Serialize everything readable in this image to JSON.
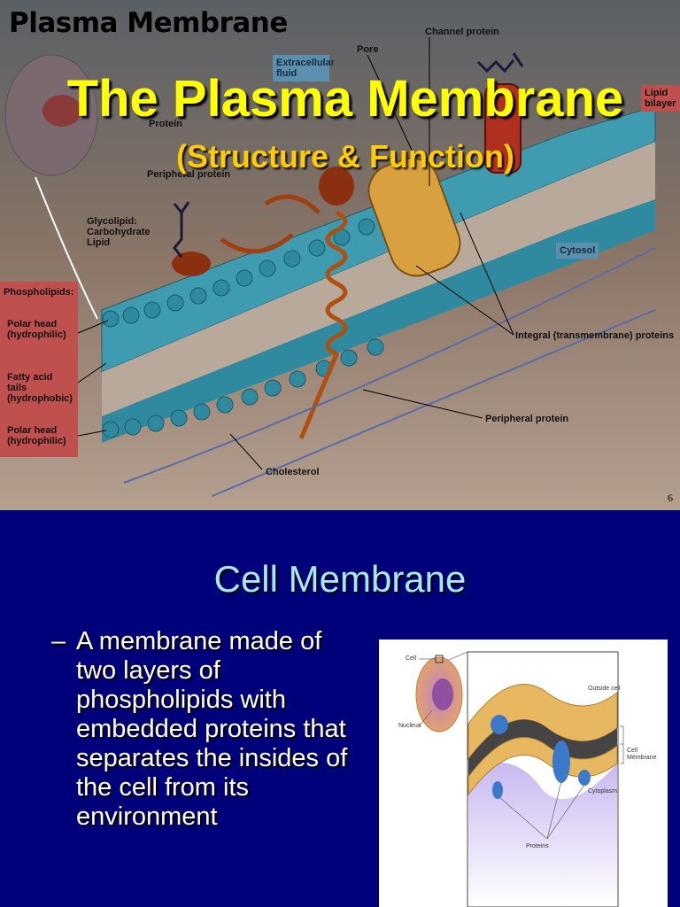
{
  "slide1": {
    "heading": "Plasma Membrane",
    "title": "The Plasma Membrane",
    "subtitle": "(Structure & Function)",
    "slide_number": "6",
    "labels": {
      "pore": "Pore",
      "channel_protein": "Channel protein",
      "extracellular_fluid_1": "Extracellular",
      "extracellular_fluid_2": "fluid",
      "lipid_bilayer_1": "Lipid",
      "lipid_bilayer_2": "bilayer",
      "protein": "Protein",
      "peripheral_protein_top": "Peripheral protein",
      "glycolipid": "Glycolipid:",
      "carbohydrate": "Carbohydrate",
      "lipid": "Lipid",
      "cytosol": "Cytosol",
      "phospholipids": "Phospholipids:",
      "polar_head_top_1": "Polar head",
      "polar_head_top_2": "(hydrophilic)",
      "fatty_acid_1": "Fatty acid",
      "fatty_acid_2": "tails",
      "fatty_acid_3": "(hydrophobic)",
      "polar_head_bottom_1": "Polar head",
      "polar_head_bottom_2": "(hydrophilic)",
      "integral_proteins": "Integral (transmembrane) proteins",
      "peripheral_protein_bottom": "Peripheral protein",
      "cholesterol": "Cholesterol"
    }
  },
  "slide2": {
    "title": "Cell Membrane",
    "bullet_dash": "–",
    "bullet_text": "A membrane made of two layers of phospholipids with embedded proteins that separates the insides of the cell from its environment",
    "figure_labels": {
      "cell": "Cell",
      "nucleus": "Nucleus",
      "outside_cell": "Outside cell",
      "cell_membrane_1": "Cell",
      "cell_membrane_2": "Membrane",
      "cytoplasm": "Cytoplasm",
      "proteins": "Proteins"
    }
  },
  "colors": {
    "slide1_bg": "#4a4a4a",
    "title_yellow": "#ffff00",
    "subtitle_gold": "#ffcc00",
    "slide2_bg": "#00007a",
    "slide2_title": "#a8e8ff",
    "label_box_red": "#c0504d",
    "label_box_blue": "#5b8fb0"
  }
}
